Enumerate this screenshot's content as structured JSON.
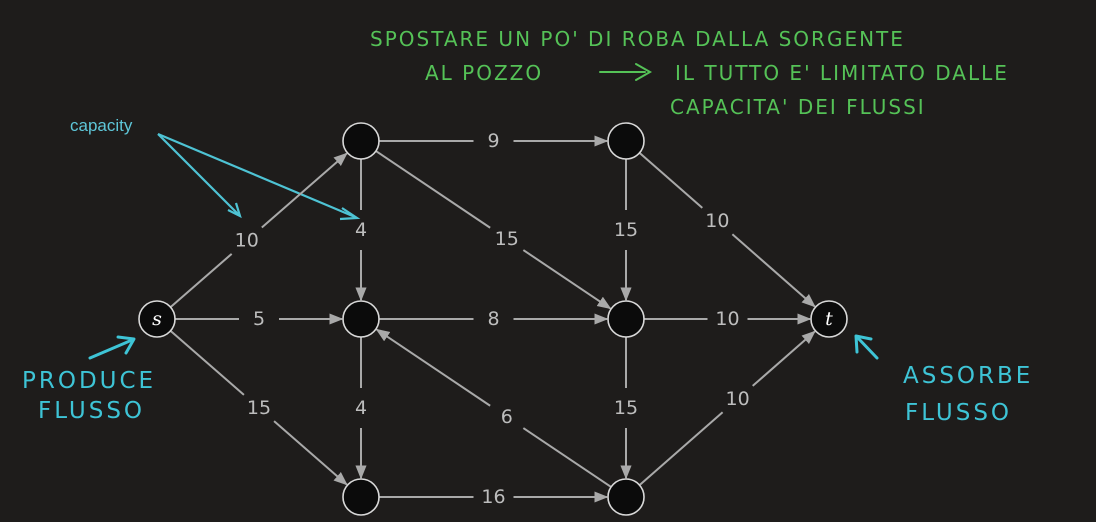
{
  "colors": {
    "background": "#1e1c1b",
    "edge": "#a9a9a9",
    "node_fill": "#0b0b0b",
    "callout": "#4ec3d4",
    "note_green": "#55c257",
    "note_cyan": "#3ec4d6"
  },
  "nodes": [
    {
      "id": "s",
      "label": "s"
    },
    {
      "id": "a",
      "label": ""
    },
    {
      "id": "b",
      "label": ""
    },
    {
      "id": "c",
      "label": ""
    },
    {
      "id": "d",
      "label": ""
    },
    {
      "id": "e",
      "label": ""
    },
    {
      "id": "f",
      "label": ""
    },
    {
      "id": "t",
      "label": "t"
    }
  ],
  "edges": [
    {
      "from": "s",
      "to": "a",
      "capacity": "10"
    },
    {
      "from": "s",
      "to": "b",
      "capacity": "5"
    },
    {
      "from": "s",
      "to": "c",
      "capacity": "15"
    },
    {
      "from": "a",
      "to": "b",
      "capacity": "4"
    },
    {
      "from": "a",
      "to": "d",
      "capacity": "9"
    },
    {
      "from": "a",
      "to": "e",
      "capacity": "15"
    },
    {
      "from": "b",
      "to": "c",
      "capacity": "4"
    },
    {
      "from": "b",
      "to": "e",
      "capacity": "8"
    },
    {
      "from": "c",
      "to": "f",
      "capacity": "16"
    },
    {
      "from": "d",
      "to": "e",
      "capacity": "15"
    },
    {
      "from": "d",
      "to": "t",
      "capacity": "10"
    },
    {
      "from": "e",
      "to": "f",
      "capacity": "15"
    },
    {
      "from": "e",
      "to": "t",
      "capacity": "10"
    },
    {
      "from": "f",
      "to": "b",
      "capacity": "6"
    },
    {
      "from": "f",
      "to": "t",
      "capacity": "10"
    }
  ],
  "callout": {
    "text": "capacity"
  },
  "handwritten": {
    "top_line1": "SPOSTARE UN PO' DI   ROBA DALLA SORGENTE",
    "top_line2": "AL POZZO",
    "top_line2b": "IL TUTTO E' LIMITATO DALLE",
    "top_line3": "CAPACITA' DEI FLUSSI",
    "left_line1": "PRODUCE",
    "left_line2": "FLUSSO",
    "right_line1": "ASSORBE",
    "right_line2": "FLUSSO"
  }
}
